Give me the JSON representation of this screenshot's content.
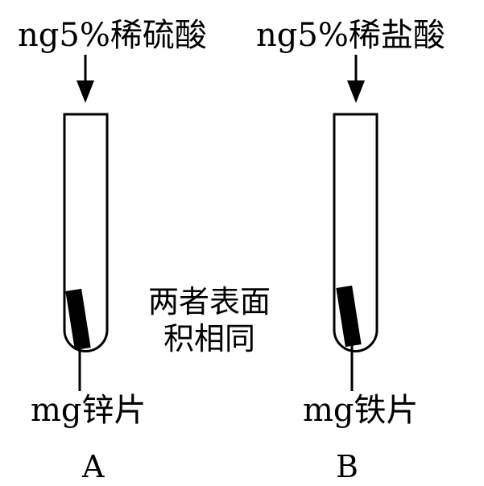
{
  "tube_a": {
    "acid_label": "ng5%稀硫酸",
    "metal_label": "mg锌片",
    "letter": "A"
  },
  "tube_b": {
    "acid_label": "ng5%稀盐酸",
    "metal_label": "mg铁片",
    "letter": "B"
  },
  "note": {
    "line1": "两者表面",
    "line2": "积相同"
  },
  "colors": {
    "ink": "#000000",
    "background": "#ffffff"
  }
}
